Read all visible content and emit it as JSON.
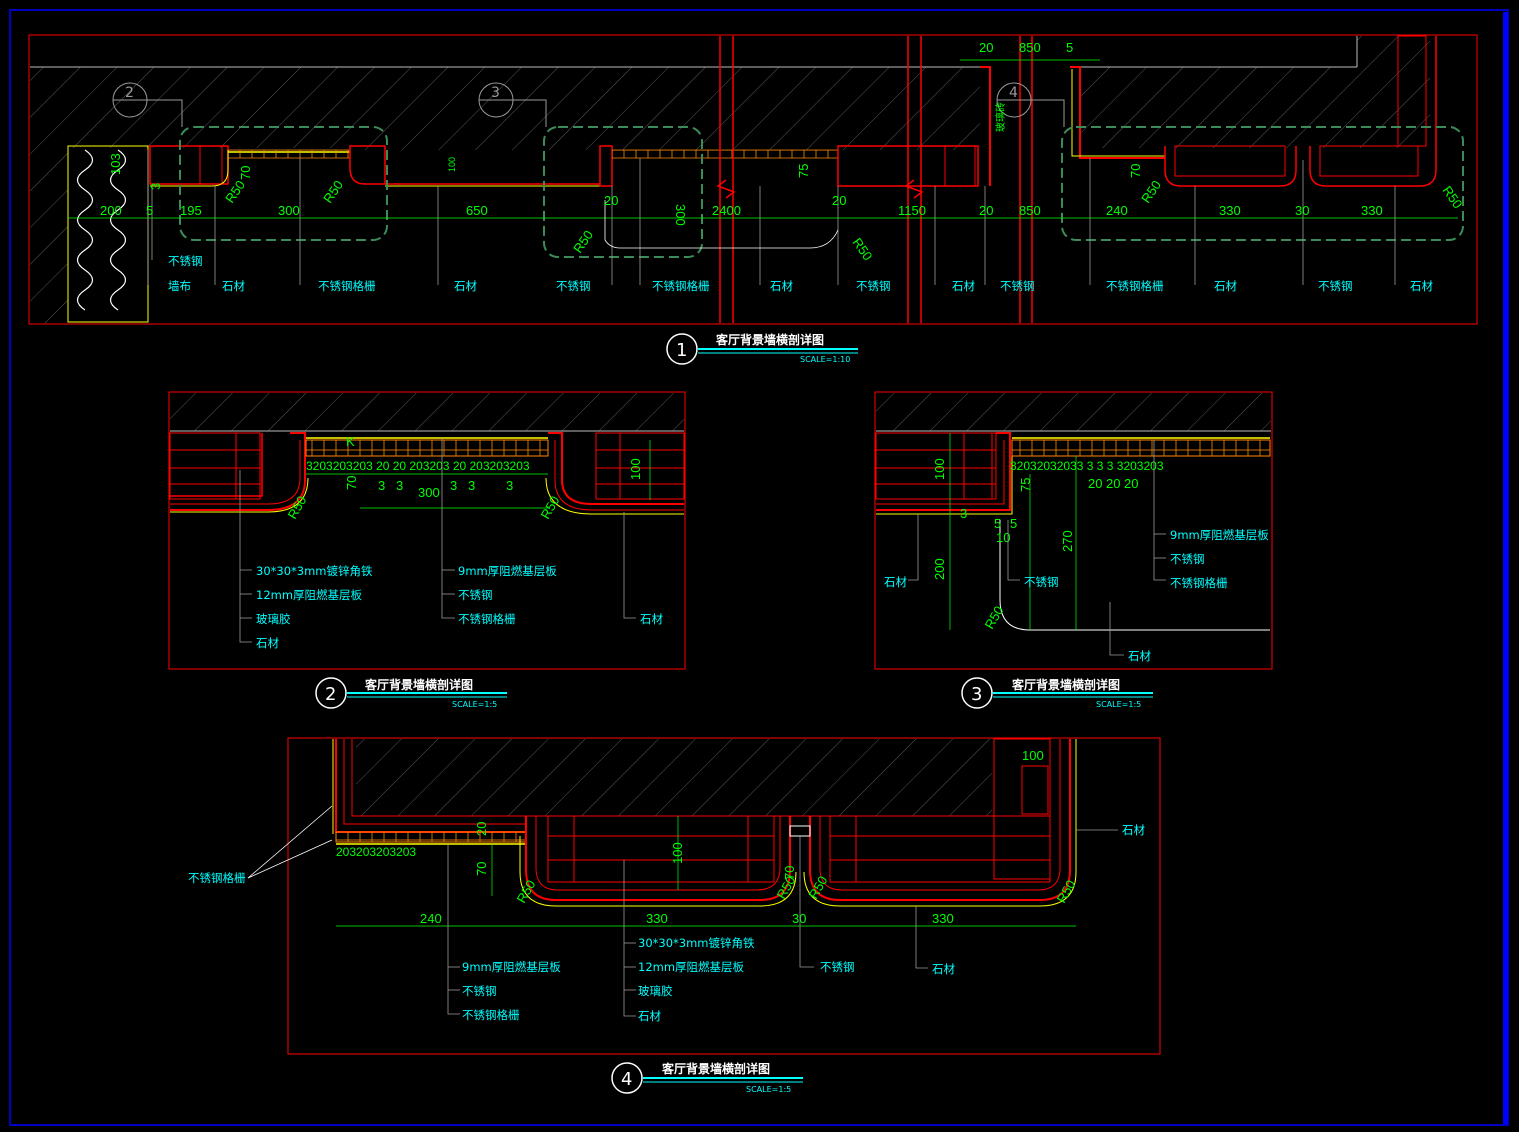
{
  "colors": {
    "background": "#000000",
    "frame_red": "#ff0000",
    "dimension_green": "#00ff00",
    "label_cyan": "#00ffff",
    "stone_yellow": "#ffff00",
    "callout_green": "#3c8c5a",
    "hatch_grey": "#6e6e6e",
    "border_blue": "#0000ff"
  },
  "icons": {
    "section_marker": "circle-number-icon",
    "break_line": "zigzag-break-icon",
    "wall_hatch": "diagonal-hatch-icon"
  },
  "view1": {
    "number": "1",
    "title": "客厅背景墙横剖详图",
    "scale": "SCALE=1:10",
    "callout_tags": [
      "2",
      "3",
      "4"
    ],
    "dims_top": [
      "20",
      "850",
      "5"
    ],
    "dims_bottom": [
      "200",
      "5",
      "195",
      "300",
      "650",
      "2400",
      "1150",
      "20",
      "850",
      "240",
      "330",
      "30",
      "330"
    ],
    "dims_small": [
      "103",
      "3",
      "70",
      "R50",
      "R50",
      "100",
      "20",
      "300",
      "R50",
      "75",
      "20",
      "R50",
      "70",
      "R50",
      "R50",
      "玻璃砖"
    ],
    "labels": [
      "不锈钢",
      "墙布",
      "石材",
      "不锈钢格栅",
      "石材",
      "不锈钢",
      "不锈钢格栅",
      "石材",
      "不锈钢",
      "石材",
      "不锈钢",
      "不锈钢格栅",
      "石材",
      "不锈钢",
      "石材"
    ]
  },
  "view2": {
    "number": "2",
    "title": "客厅背景墙横剖详图",
    "scale": "SCALE=1:5",
    "grid_dims": "3203203203 20 20 203203 20 203203203",
    "dims": [
      "K",
      "70",
      "3",
      "3",
      "300",
      "3",
      "3",
      "3",
      "100",
      "R50",
      "R50"
    ],
    "labels": [
      "30*30*3mm镀锌角铁",
      "12mm厚阻燃基层板",
      "玻璃胶",
      "石材",
      "9mm厚阻燃基层板",
      "不锈钢",
      "不锈钢格栅",
      "石材"
    ]
  },
  "view3": {
    "number": "3",
    "title": "客厅背景墙横剖详图",
    "scale": "SCALE=1:5",
    "grid_dims": "32032032033 3 3 3 3203203",
    "dims": [
      "100",
      "75",
      "20",
      "20",
      "20",
      "3",
      "5",
      "5",
      "10",
      "200",
      "270",
      "R50"
    ],
    "labels": [
      "石材",
      "不锈钢",
      "9mm厚阻燃基层板",
      "不锈钢",
      "不锈钢格栅",
      "石材"
    ]
  },
  "view4": {
    "number": "4",
    "title": "客厅背景墙横剖详图",
    "scale": "SCALE=1:5",
    "grid_dims": "203203203203",
    "dims": [
      "100",
      "20",
      "70",
      "100",
      "R50",
      "R50",
      "R50",
      "R50",
      "70",
      "240",
      "330",
      "30",
      "330"
    ],
    "labels": [
      "石材",
      "不锈钢格栅",
      "9mm厚阻燃基层板",
      "不锈钢",
      "不锈钢格栅",
      "30*30*3mm镀锌角铁",
      "12mm厚阻燃基层板",
      "玻璃胶",
      "石材",
      "不锈钢",
      "石材"
    ]
  }
}
